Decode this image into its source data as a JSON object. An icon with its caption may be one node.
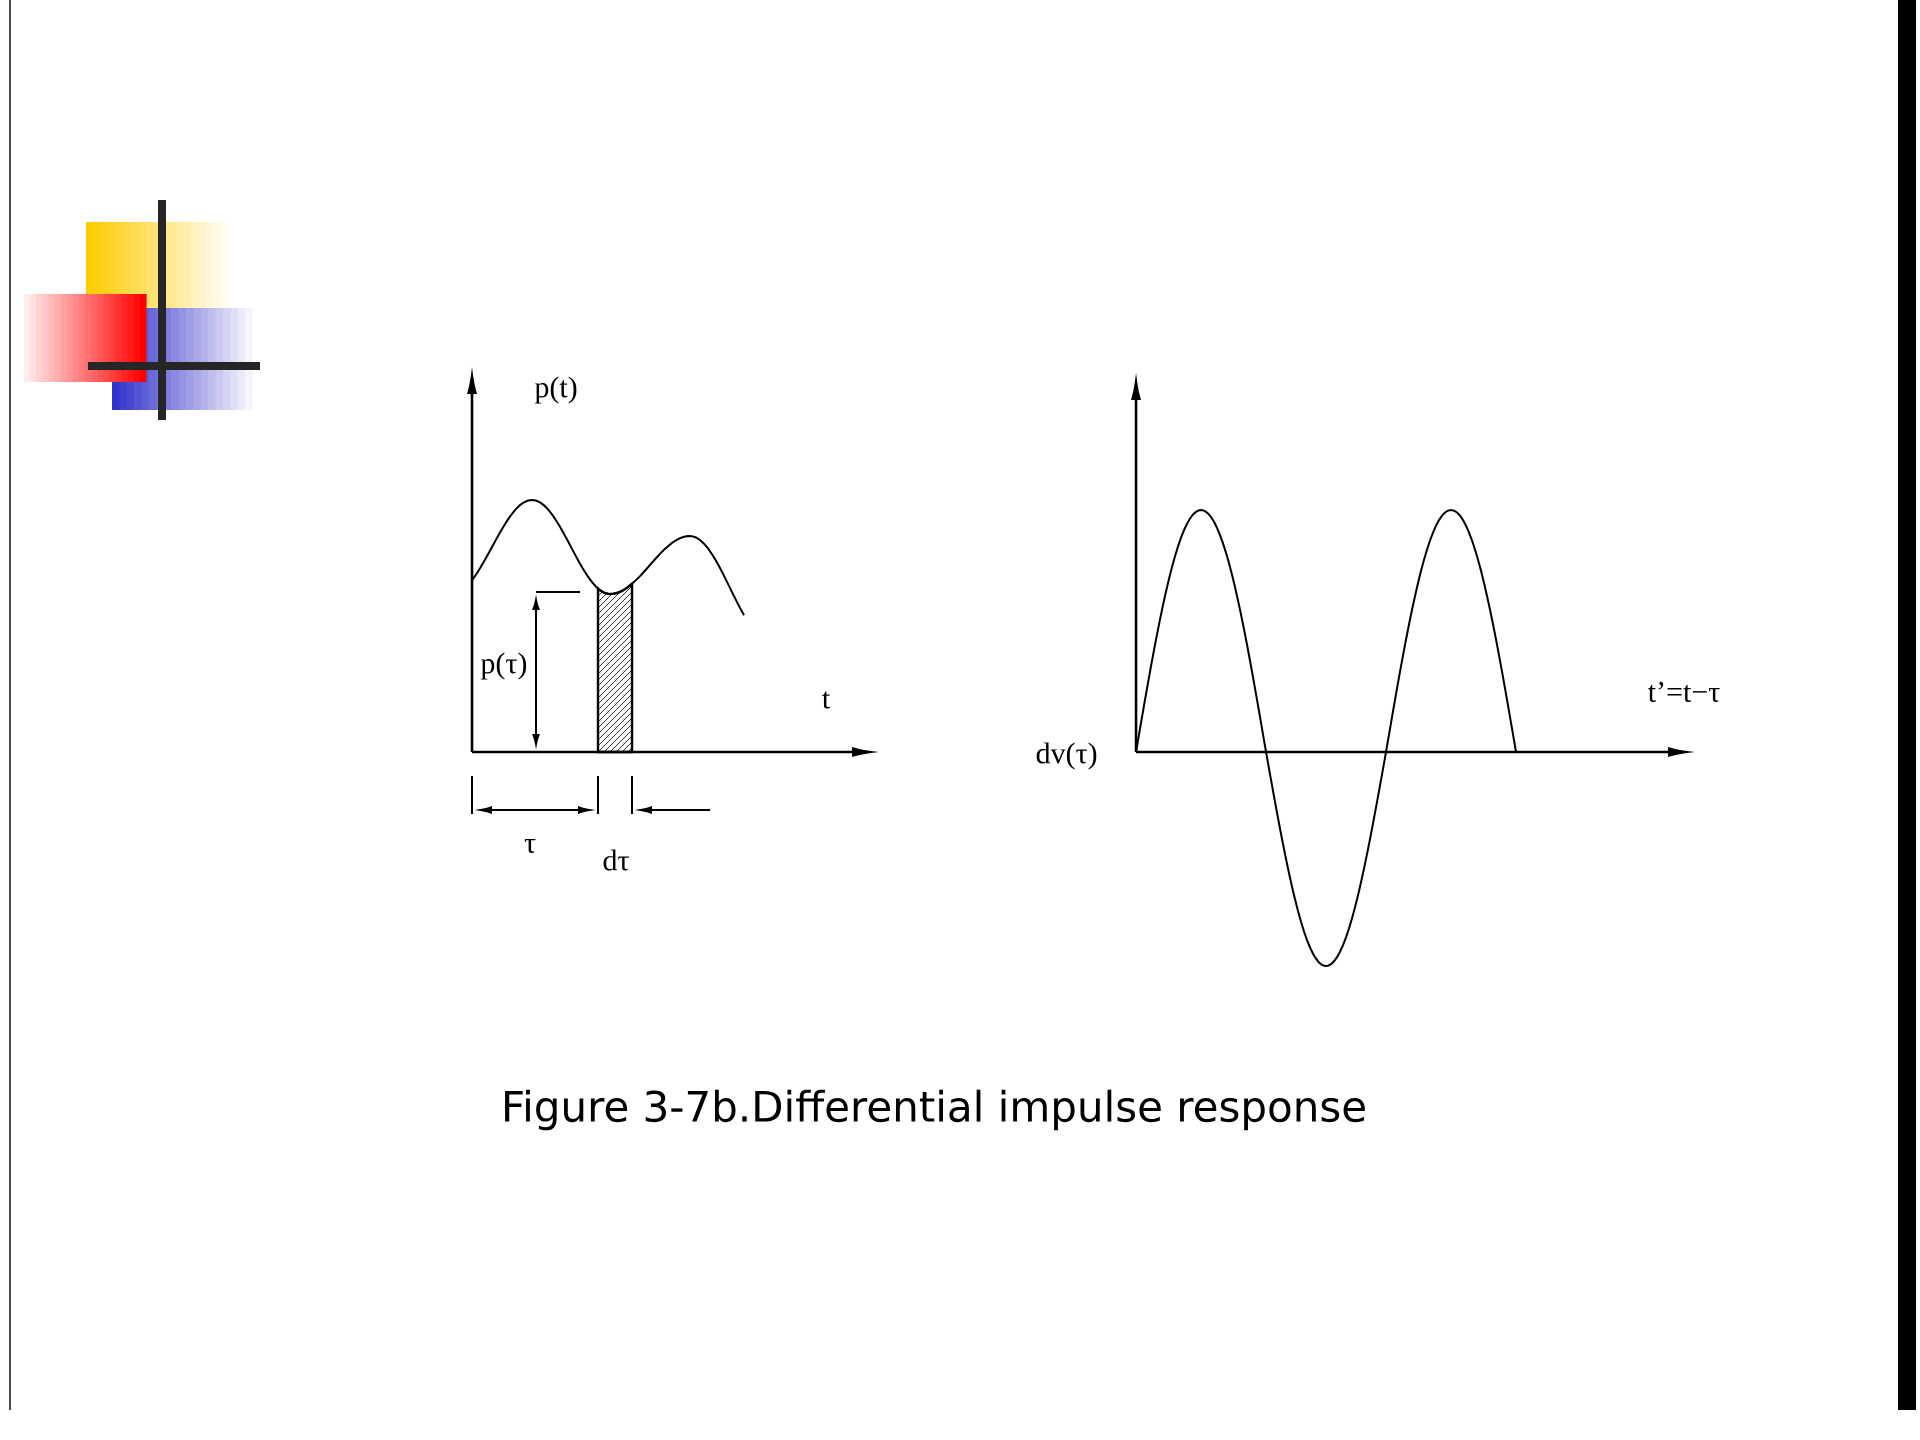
{
  "diagram": {
    "caption": "Figure 3-7b.Differential impulse response",
    "labels": [
      "p(t)",
      "p(τ)",
      "t",
      "τ",
      "dτ",
      "dv(τ)",
      "t’=t−τ"
    ]
  }
}
